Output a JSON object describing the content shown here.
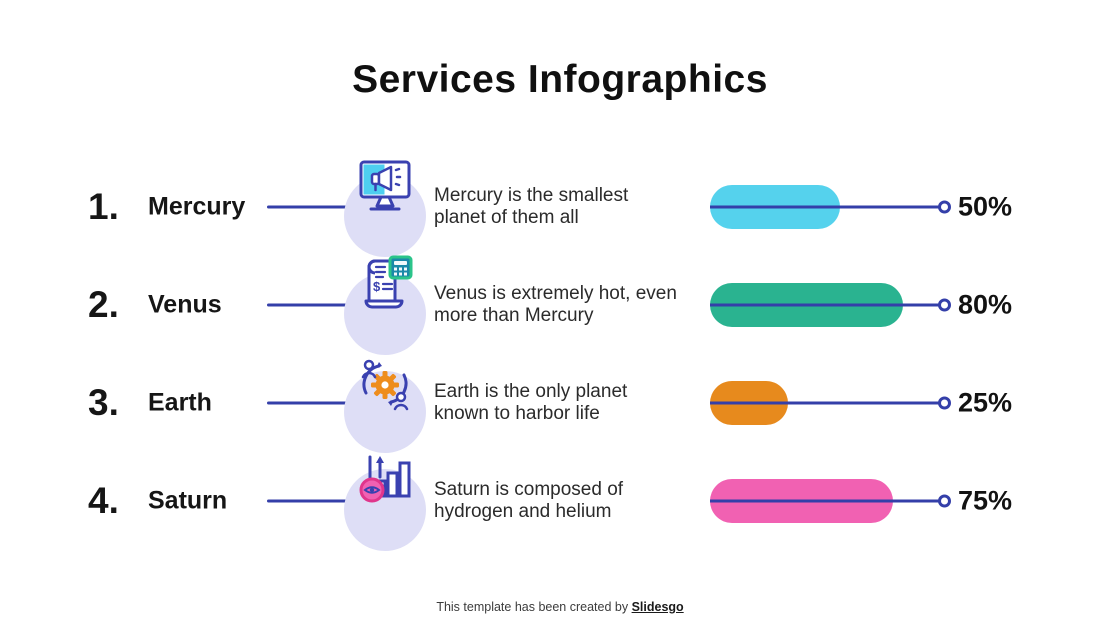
{
  "title": "Services Infographics",
  "colors": {
    "line": "#343FA9",
    "icon_circle_bg": "#DEDEF6",
    "icon_stroke": "#3A41B0"
  },
  "rows": [
    {
      "number": "1.",
      "name": "Mercury",
      "icon": "monitor-megaphone-icon",
      "description": "Mercury is the smallest planet of them all",
      "percent": "50%",
      "value": 50,
      "bar_color": "#55D2ED"
    },
    {
      "number": "2.",
      "name": "Venus",
      "icon": "invoice-calculator-icon",
      "description": "Venus is extremely hot, even more  than Mercury",
      "percent": "80%",
      "value": 80,
      "bar_color": "#2AB390"
    },
    {
      "number": "3.",
      "name": "Earth",
      "icon": "sync-users-gear-icon",
      "description": "Earth is the only planet known to harbor life",
      "percent": "25%",
      "value": 25,
      "bar_color": "#E78A1D"
    },
    {
      "number": "4.",
      "name": "Saturn",
      "icon": "growth-chart-eye-icon",
      "description": "Saturn is composed of hydrogen and helium",
      "percent": "75%",
      "value": 75,
      "bar_color": "#F161B2"
    }
  ],
  "chart_data": {
    "type": "bar",
    "categories": [
      "Mercury",
      "Venus",
      "Earth",
      "Saturn"
    ],
    "values": [
      50,
      80,
      25,
      75
    ],
    "title": "Services Infographics",
    "xlabel": "",
    "ylabel": "",
    "unit": "%",
    "xlim": [
      0,
      100
    ],
    "orientation": "horizontal",
    "grid": false,
    "legend": false
  },
  "footer": {
    "prefix": "This template has been created by ",
    "brand": "Slidesgo"
  }
}
